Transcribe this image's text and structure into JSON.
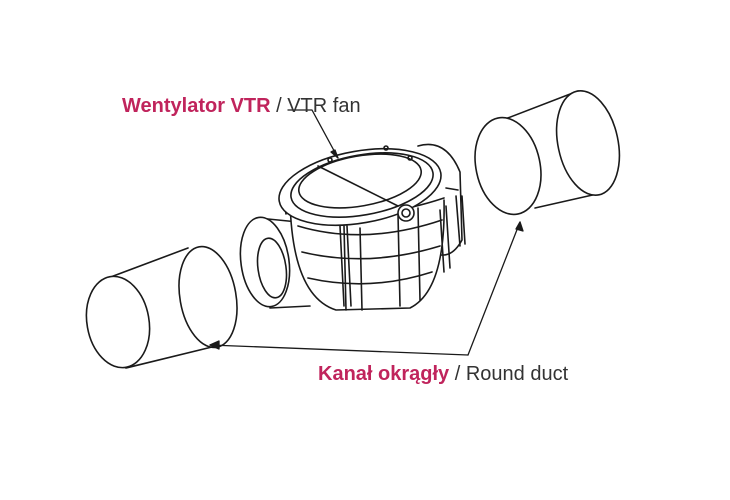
{
  "colors": {
    "accent": "#c0245c",
    "line": "#1a1a1a",
    "secondary_text": "#333333"
  },
  "labels": {
    "fan": {
      "pl": "Wentylator VTR",
      "separator": " / ",
      "en": "VTR fan"
    },
    "duct": {
      "pl": "Kanał okrągły",
      "separator": " / ",
      "en": "Round duct"
    }
  }
}
